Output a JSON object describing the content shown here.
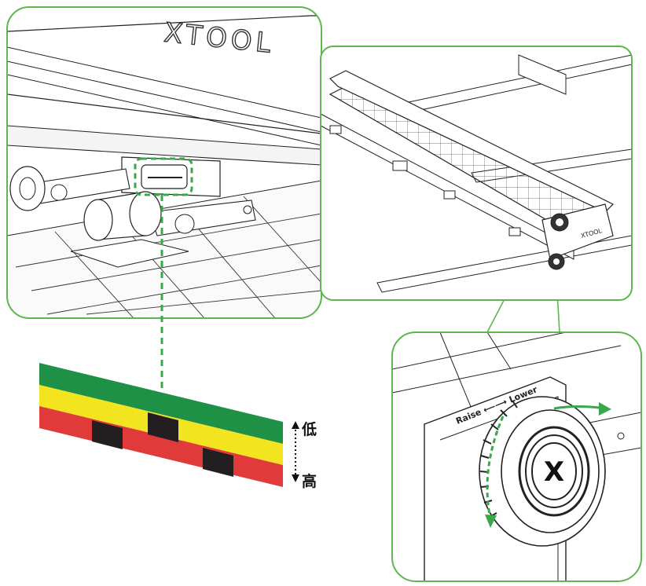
{
  "brand": {
    "logo_text": "XTOOL",
    "rail_logo_text": "XTOOL"
  },
  "knob": {
    "label": "Raise ⟵⟶ Lower",
    "symbol": "X"
  },
  "gauge": {
    "label_low": "低",
    "label_high": "高",
    "bands": [
      "green",
      "yellow",
      "red"
    ]
  },
  "colors": {
    "accent": "#5DB64E",
    "band_green": "#1E9146",
    "band_yellow": "#F2E41F",
    "band_red": "#E03A3A",
    "marker": "#231F20",
    "line": "#222222"
  }
}
